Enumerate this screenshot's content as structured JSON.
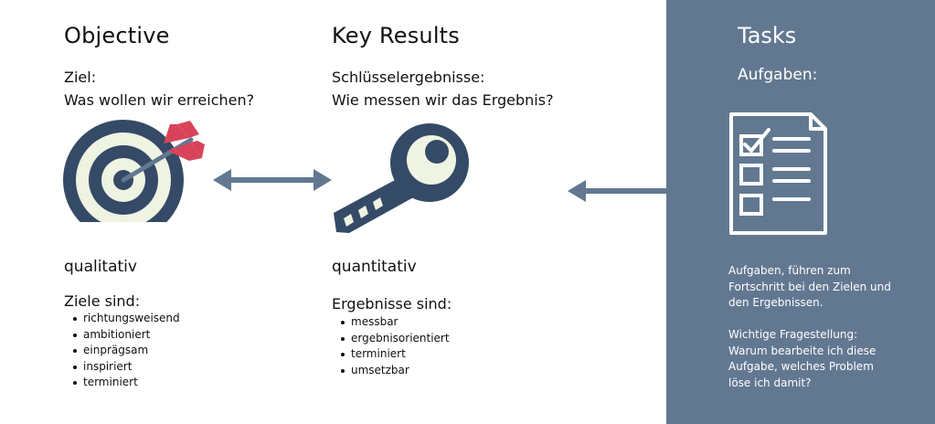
{
  "objective": {
    "title": "Objective",
    "subtitle_line1": "Ziel:",
    "subtitle_line2": "Was wollen wir erreichen?",
    "kind": "qualitativ",
    "list_title": "Ziele sind:",
    "items": [
      "richtungsweisend",
      "ambitioniert",
      "einprägsam",
      "inspiriert",
      "terminiert"
    ]
  },
  "key_results": {
    "title": "Key Results",
    "subtitle_line1": "Schlüsselergebnisse:",
    "subtitle_line2": "Wie messen wir das Ergebnis?",
    "kind": "quantitativ",
    "list_title": "Ergebnisse sind:",
    "items": [
      "messbar",
      "ergebnisorientiert",
      "terminiert",
      "umsetzbar"
    ]
  },
  "tasks": {
    "title": "Tasks",
    "subtitle": "Aufgaben:",
    "desc_line1": "Aufgaben, führen zum",
    "desc_line2": "Fortschritt bei den Zielen und",
    "desc_line3": "den Ergebnissen.",
    "question_line1": "Wichtige Fragestellung:",
    "question_line2": "Warum bearbeite ich diese",
    "question_line3": "Aufgabe, welches Problem",
    "question_line4": "löse ich damit?"
  },
  "colors": {
    "navy": "#344a66",
    "slate": "#627891",
    "cream": "#eef3e2",
    "red": "#d9435a"
  },
  "icons": {
    "objective": "target-with-arrow-icon",
    "key_results": "key-icon",
    "tasks": "checklist-icon",
    "objective_key_link": "double-headed-arrow-icon",
    "tasks_to_key_link": "left-arrow-icon"
  }
}
